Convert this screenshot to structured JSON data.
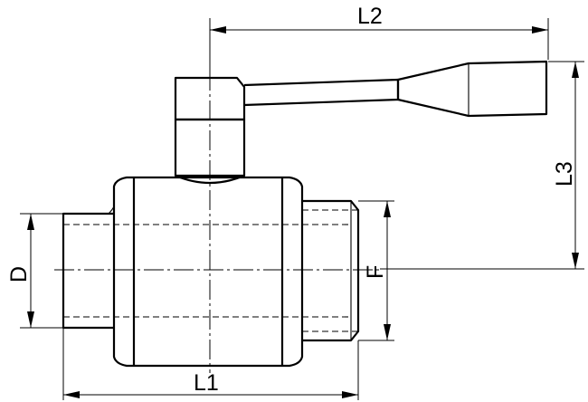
{
  "dimensions": {
    "L1": "L1",
    "L2": "L2",
    "L3": "L3",
    "D": "D",
    "F": "F"
  }
}
